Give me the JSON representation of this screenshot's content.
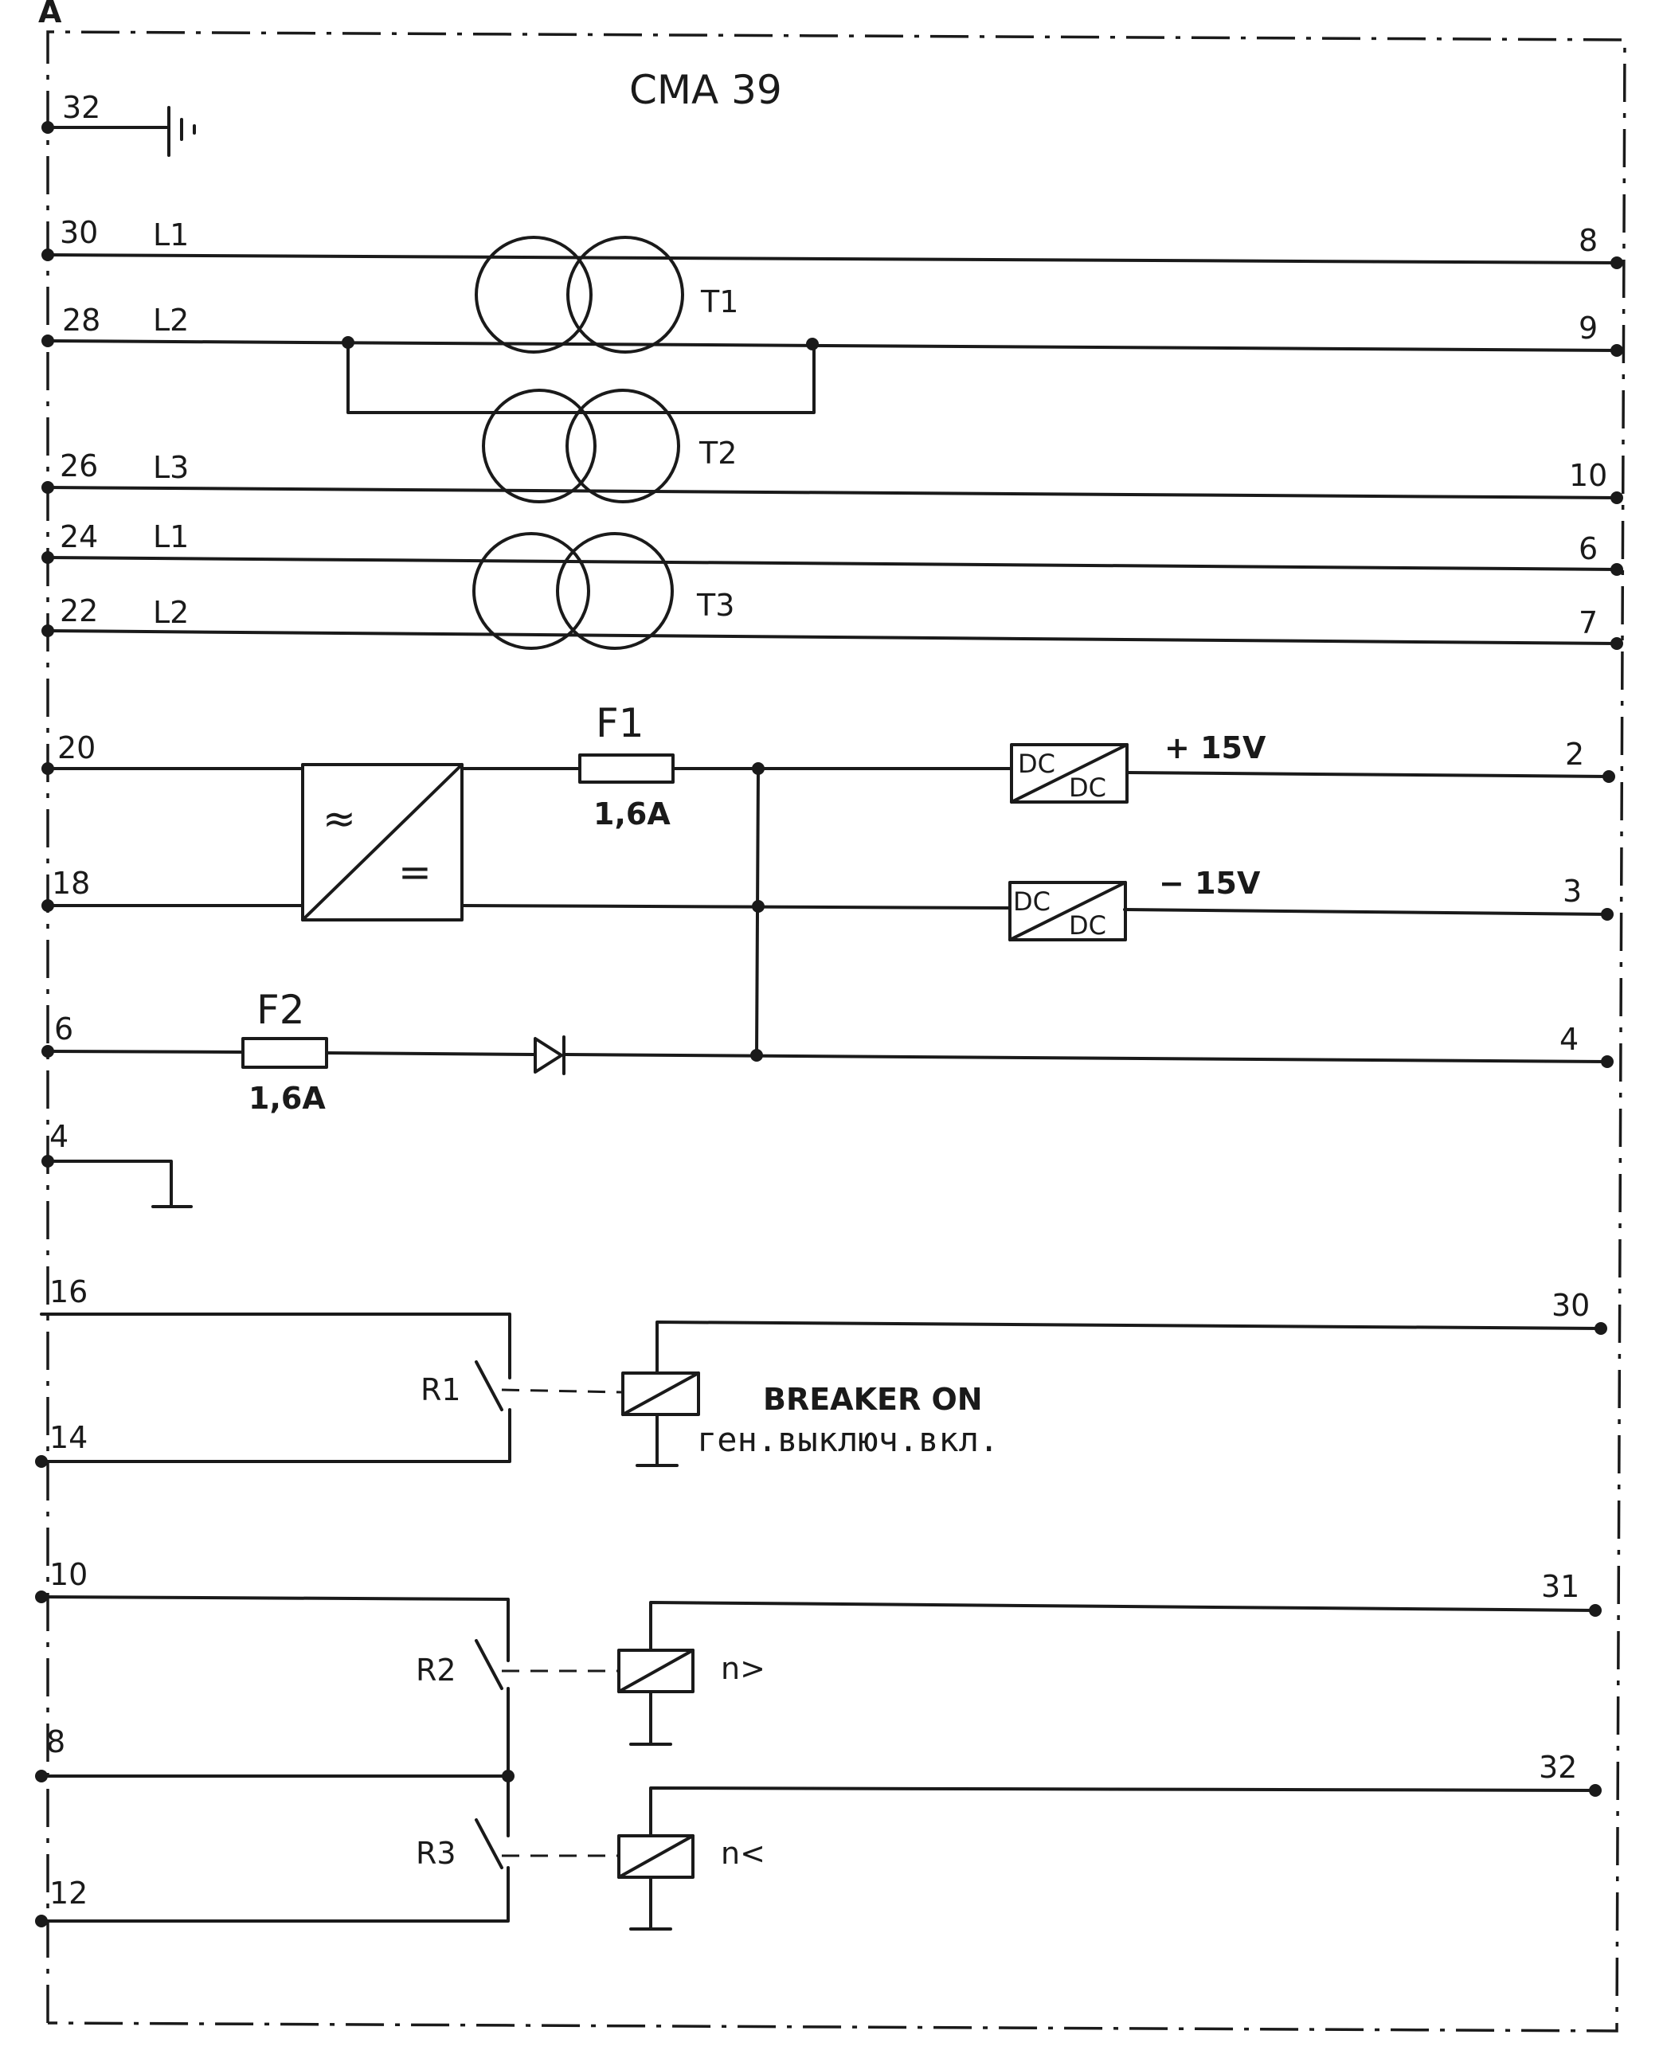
{
  "corner_label": "A",
  "title": "CMA 39",
  "left_terminals": [
    "32",
    "30",
    "28",
    "26",
    "24",
    "22",
    "20",
    "18",
    "6",
    "4",
    "16",
    "14",
    "10",
    "8",
    "12"
  ],
  "right_terminals": [
    "8",
    "9",
    "10",
    "6",
    "7",
    "2",
    "3",
    "4",
    "30",
    "31",
    "32"
  ],
  "phase_labels": [
    "L1",
    "L2",
    "L3",
    "L1",
    "L2"
  ],
  "transformers": [
    "T1",
    "T2",
    "T3"
  ],
  "fuses": [
    {
      "name": "F1",
      "rating": "1,6A"
    },
    {
      "name": "F2",
      "rating": "1,6A"
    }
  ],
  "converter": {
    "ac_symbol": "≈",
    "dc_symbol": "="
  },
  "dcdc": {
    "in": "DC",
    "out": "DC"
  },
  "voltages": [
    "+ 15V",
    "− 15V"
  ],
  "relays": [
    "R1",
    "R2",
    "R3"
  ],
  "relay_functions": {
    "breaker_en": "BREAKER ON",
    "breaker_ru": "ген.выключ.вкл.",
    "overspeed": "n>",
    "underspeed": "n<"
  }
}
